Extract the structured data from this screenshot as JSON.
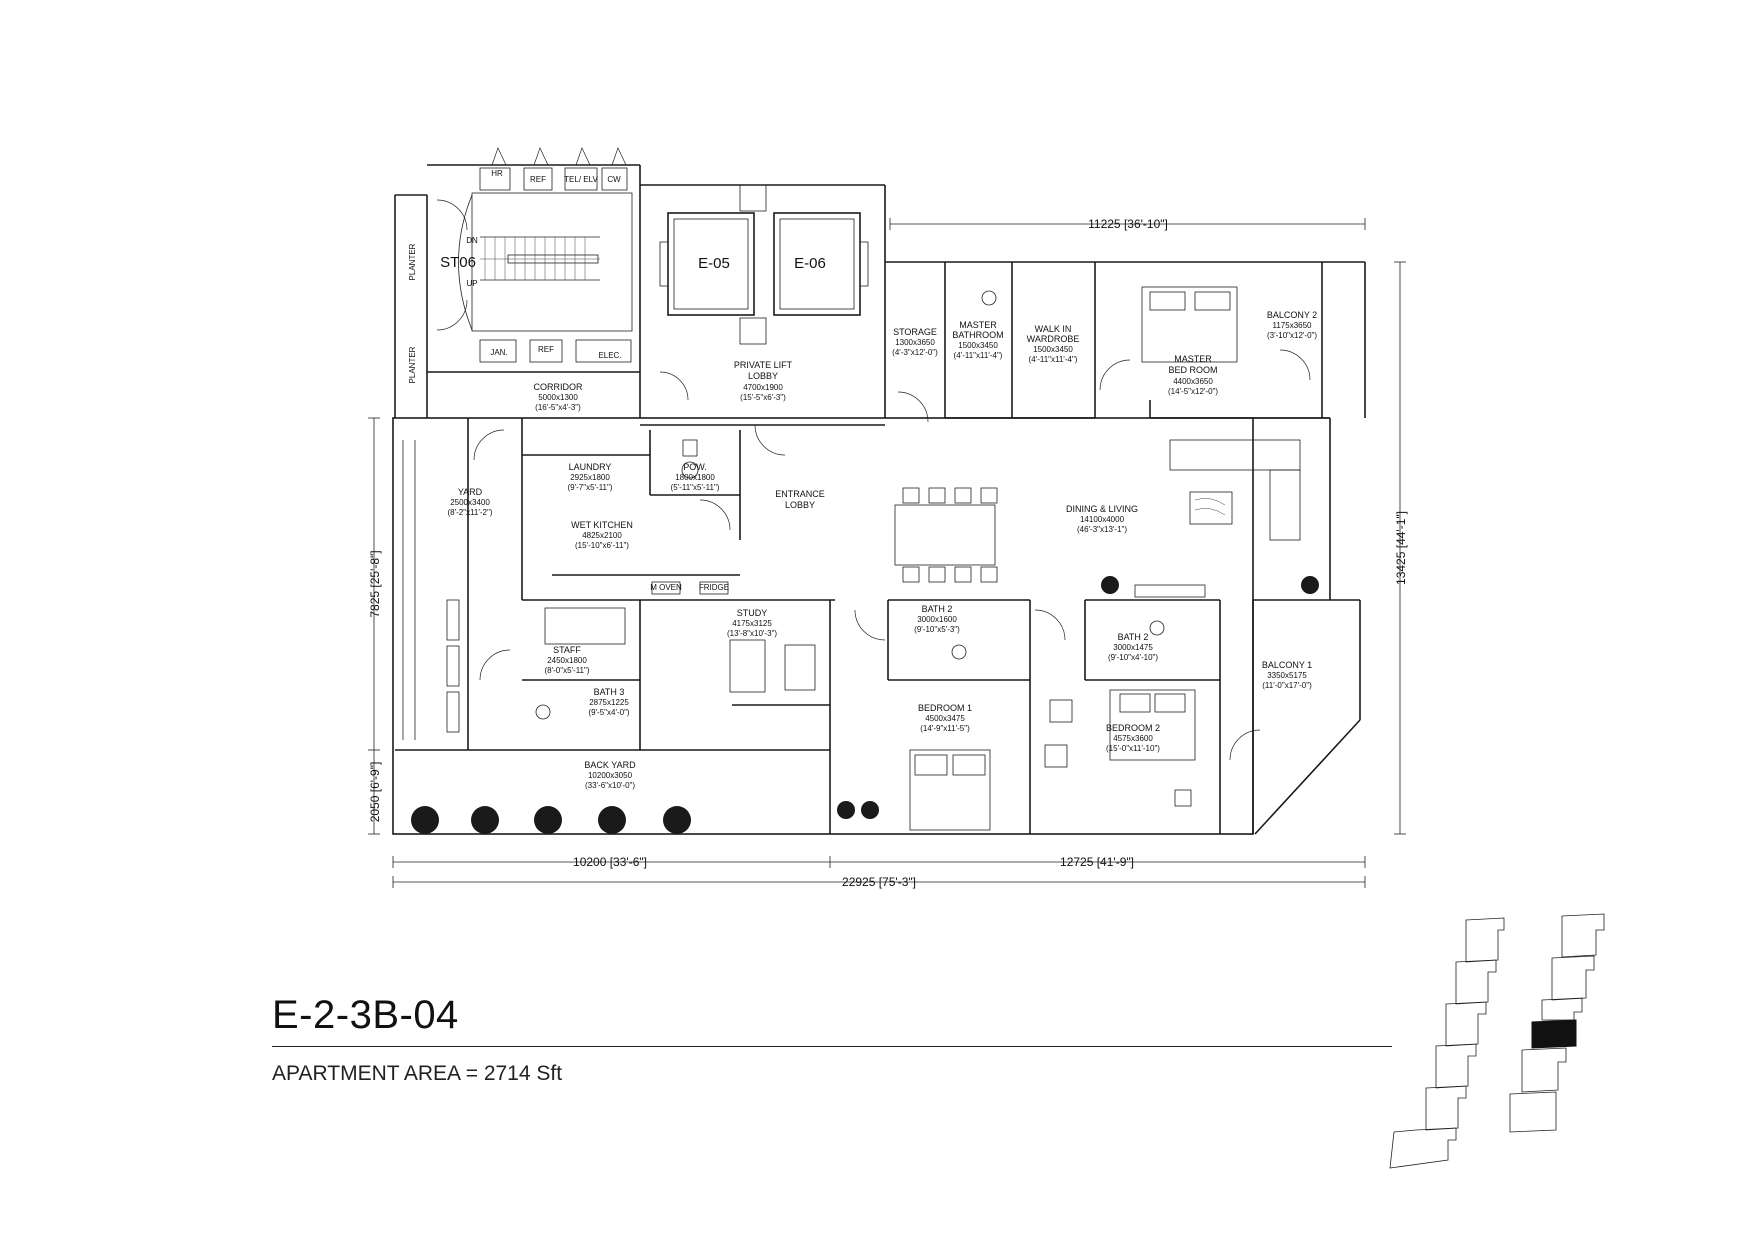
{
  "unit": {
    "code": "E-2-3B-04",
    "area_text": "APARTMENT AREA = 2714 Sft"
  },
  "stair": "ST06",
  "stair_dn": "DN",
  "stair_up": "UP",
  "lifts": [
    "E-05",
    "E-06"
  ],
  "planters": [
    "PLANTER",
    "PLANTER"
  ],
  "service_tags": {
    "hr": "HR",
    "ref_top": "REF",
    "tel_elv": "TEL/ ELV",
    "cw": "CW",
    "jan": "JAN.",
    "ref_bottom": "REF",
    "elec": "ELEC."
  },
  "appliance_tags": {
    "oven": "M OVEN",
    "fridge": "FRIDGE"
  },
  "rooms": [
    {
      "id": "corridor",
      "name": "CORRIDOR",
      "dims": [
        "5000x1300",
        "(16'-5\"x4'-3\")"
      ]
    },
    {
      "id": "lift-lobby",
      "name": "PRIVATE LIFT",
      "name2": "LOBBY",
      "dims": [
        "4700x1900",
        "(15'-5\"x6'-3\")"
      ]
    },
    {
      "id": "storage",
      "name": "STORAGE",
      "dims": [
        "1300x3650",
        "(4'-3\"x12'-0\")"
      ]
    },
    {
      "id": "master-bathroom",
      "name": "MASTER",
      "name2": "BATHROOM",
      "dims": [
        "1500x3450",
        "(4'-11\"x11'-4\")"
      ]
    },
    {
      "id": "walk-in-wardrobe",
      "name": "WALK IN",
      "name2": "WARDROBE",
      "dims": [
        "1500x3450",
        "(4'-11\"x11'-4\")"
      ]
    },
    {
      "id": "master-bedroom",
      "name": "MASTER",
      "name2": "BED ROOM",
      "dims": [
        "4400x3650",
        "(14'-5\"x12'-0\")"
      ]
    },
    {
      "id": "balcony-2",
      "name": "BALCONY 2",
      "dims": [
        "1175x3650",
        "(3'-10\"x12'-0\")"
      ]
    },
    {
      "id": "yard",
      "name": "YARD",
      "dims": [
        "2500x3400",
        "(8'-2\"x11'-2\")"
      ]
    },
    {
      "id": "laundry",
      "name": "LAUNDRY",
      "dims": [
        "2925x1800",
        "(9'-7\"x5'-11\")"
      ]
    },
    {
      "id": "powder",
      "name": "POW.",
      "dims": [
        "1800x1800",
        "(5'-11\"x5'-11\")"
      ]
    },
    {
      "id": "entrance-lobby",
      "name": "ENTRANCE",
      "name2": "LOBBY",
      "dims": []
    },
    {
      "id": "dining-living",
      "name": "DINING & LIVING",
      "dims": [
        "14100x4000",
        "(46'-3\"x13'-1\")"
      ]
    },
    {
      "id": "wet-kitchen",
      "name": "WET KITCHEN",
      "dims": [
        "4825x2100",
        "(15'-10\"x6'-11\")"
      ]
    },
    {
      "id": "study",
      "name": "STUDY",
      "dims": [
        "4175x3125",
        "(13'-8\"x10'-3\")"
      ]
    },
    {
      "id": "bath-2-left",
      "name": "BATH 2",
      "dims": [
        "3000x1600",
        "(9'-10\"x5'-3\")"
      ]
    },
    {
      "id": "bath-2-right",
      "name": "BATH 2",
      "dims": [
        "3000x1475",
        "(9'-10\"x4'-10\")"
      ]
    },
    {
      "id": "balcony-1",
      "name": "BALCONY 1",
      "dims": [
        "3350x5175",
        "(11'-0\"x17'-0\")"
      ]
    },
    {
      "id": "staff",
      "name": "STAFF",
      "dims": [
        "2450x1800",
        "(8'-0\"x5'-11\")"
      ]
    },
    {
      "id": "bath-3",
      "name": "BATH 3",
      "dims": [
        "2875x1225",
        "(9'-5\"x4'-0\")"
      ]
    },
    {
      "id": "bedroom-1",
      "name": "BEDROOM 1",
      "dims": [
        "4500x3475",
        "(14'-9\"x11'-5\")"
      ]
    },
    {
      "id": "bedroom-2",
      "name": "BEDROOM 2",
      "dims": [
        "4575x3600",
        "(15'-0\"x11'-10\")"
      ]
    },
    {
      "id": "back-yard",
      "name": "BACK YARD",
      "dims": [
        "10200x3050",
        "(33'-6\"x10'-0\")"
      ]
    }
  ],
  "dimensions": {
    "top": "11225 [36'-10\"]",
    "right": "13425 [44'-1\"]",
    "left_upper": "7825 [25'-8\"]",
    "left_lower": "2050 [6'-9\"]",
    "bottom_left": "10200 [33'-6\"]",
    "bottom_right": "12725 [41'-9\"]",
    "bottom_total": "22925 [75'-3\"]"
  },
  "key_plan": {
    "highlight_color": "#111111"
  }
}
